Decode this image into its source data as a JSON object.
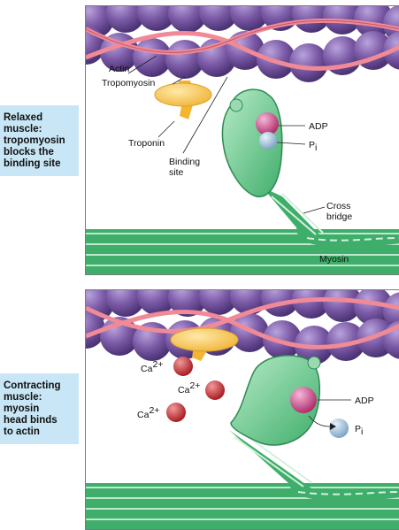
{
  "top_panel": {
    "side_label": "Relaxed\nmuscle:\ntropomyosin\nblocks the\nbinding site",
    "actin_label": "Actin",
    "tropomyosin_label": "Tropomyosin",
    "troponin_label": "Troponin",
    "binding_site_label_1": "Binding",
    "binding_site_label_2": "site",
    "adp_label": "ADP",
    "pi_label": "P",
    "pi_sub": "i",
    "cross_bridge_label_1": "Cross",
    "cross_bridge_label_2": "bridge",
    "myosin_label": "Myosin"
  },
  "bottom_panel": {
    "side_label": "Contracting\nmuscle:\nmyosin\nhead binds\nto actin",
    "calcium_label": "Ca",
    "calcium_sup": "2+",
    "adp_label": "ADP",
    "pi_label": "P",
    "pi_sub": "i"
  },
  "colors": {
    "actin": "#7b5aa6",
    "tropomyosin": "#f08a96",
    "troponin": "#f5c24a",
    "myosin": "#3fae6a",
    "adp": "#d14f8e",
    "pi": "#9fc2dc",
    "calcium": "#c8282e",
    "side_label_bg": "#c8e6f5"
  }
}
